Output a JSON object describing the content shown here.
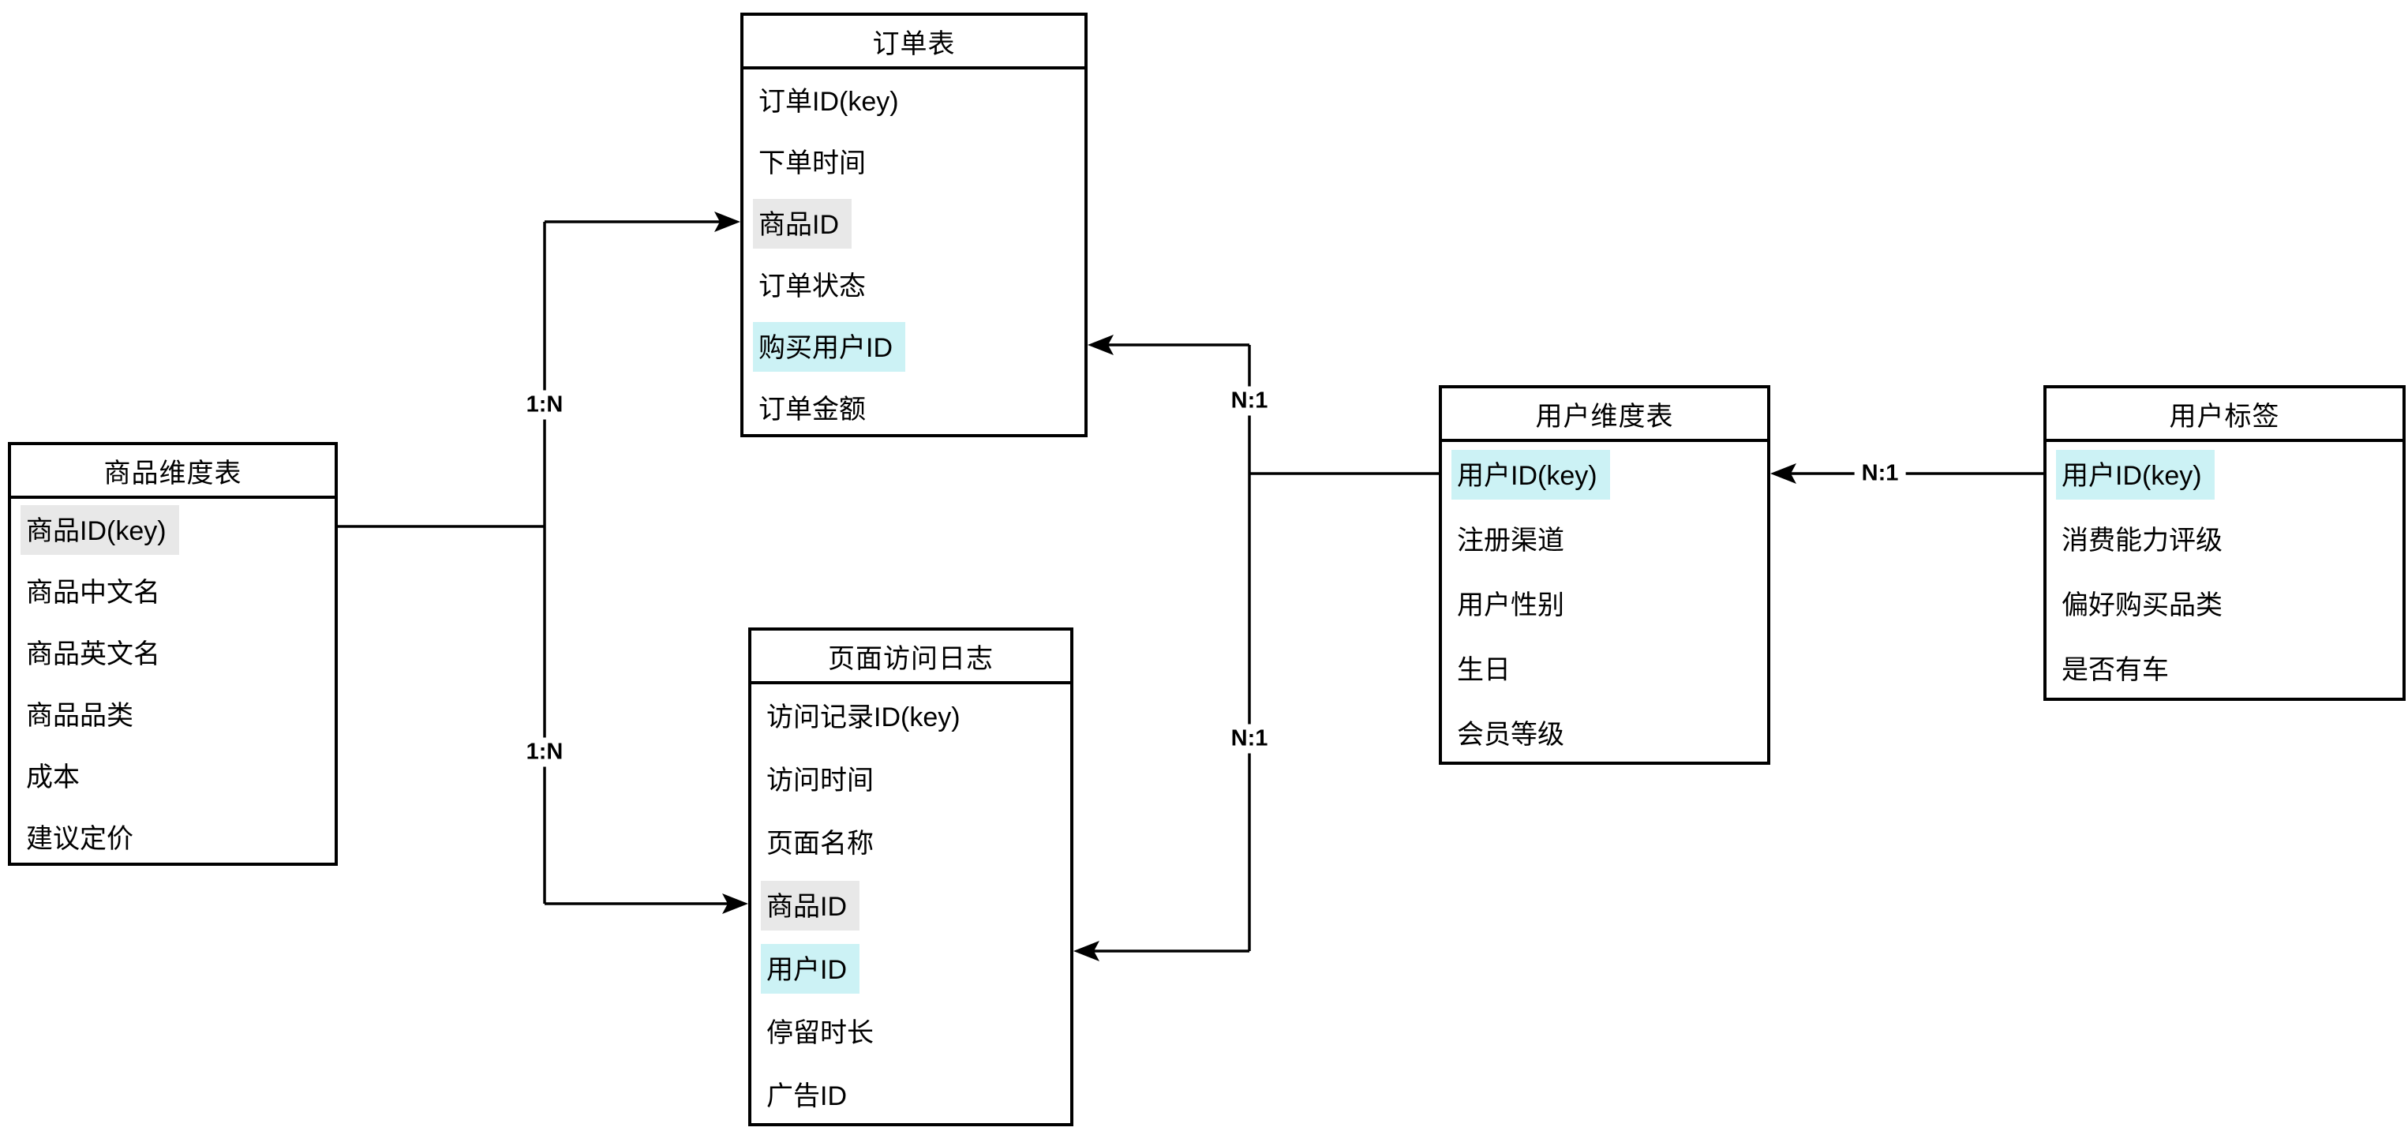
{
  "diagram": {
    "type": "entity-relationship",
    "colors": {
      "bg": "#ffffff",
      "line": "#000000",
      "hl-gray": "#e8e8e8",
      "hl-cyan": "#ccf2f5"
    },
    "tables": [
      {
        "title": "订单表",
        "fields": [
          {
            "label": "订单ID(key)",
            "highlight": "none"
          },
          {
            "label": "下单时间",
            "highlight": "none"
          },
          {
            "label": "商品ID",
            "highlight": "gray"
          },
          {
            "label": "订单状态",
            "highlight": "none"
          },
          {
            "label": "购买用户ID",
            "highlight": "cyan"
          },
          {
            "label": "订单金额",
            "highlight": "none"
          }
        ]
      },
      {
        "title": "商品维度表",
        "fields": [
          {
            "label": "商品ID(key)",
            "highlight": "gray"
          },
          {
            "label": "商品中文名",
            "highlight": "none"
          },
          {
            "label": "商品英文名",
            "highlight": "none"
          },
          {
            "label": "商品品类",
            "highlight": "none"
          },
          {
            "label": "成本",
            "highlight": "none"
          },
          {
            "label": "建议定价",
            "highlight": "none"
          }
        ]
      },
      {
        "title": "页面访问日志",
        "fields": [
          {
            "label": "访问记录ID(key)",
            "highlight": "none"
          },
          {
            "label": "访问时间",
            "highlight": "none"
          },
          {
            "label": "页面名称",
            "highlight": "none"
          },
          {
            "label": "商品ID",
            "highlight": "gray"
          },
          {
            "label": "用户ID",
            "highlight": "cyan"
          },
          {
            "label": "停留时长",
            "highlight": "none"
          },
          {
            "label": "广告ID",
            "highlight": "none"
          }
        ]
      },
      {
        "title": "用户维度表",
        "fields": [
          {
            "label": "用户ID(key)",
            "highlight": "cyan"
          },
          {
            "label": "注册渠道",
            "highlight": "none"
          },
          {
            "label": "用户性别",
            "highlight": "none"
          },
          {
            "label": "生日",
            "highlight": "none"
          },
          {
            "label": "会员等级",
            "highlight": "none"
          }
        ]
      },
      {
        "title": "用户标签",
        "fields": [
          {
            "label": "用户ID(key)",
            "highlight": "cyan"
          },
          {
            "label": "消费能力评级",
            "highlight": "none"
          },
          {
            "label": "偏好购买品类",
            "highlight": "none"
          },
          {
            "label": "是否有车",
            "highlight": "none"
          }
        ]
      }
    ],
    "relationships": [
      {
        "label": "1:N",
        "from": "商品维度表.商品ID(key)",
        "to": "订单表.商品ID"
      },
      {
        "label": "1:N",
        "from": "商品维度表.商品ID(key)",
        "to": "页面访问日志.商品ID"
      },
      {
        "label": "N:1",
        "from": "用户维度表.用户ID(key)",
        "to": "订单表.购买用户ID"
      },
      {
        "label": "N:1",
        "from": "用户维度表.用户ID(key)",
        "to": "页面访问日志.用户ID"
      },
      {
        "label": "N:1",
        "from": "用户标签.用户ID(key)",
        "to": "用户维度表.用户ID(key)"
      }
    ]
  }
}
